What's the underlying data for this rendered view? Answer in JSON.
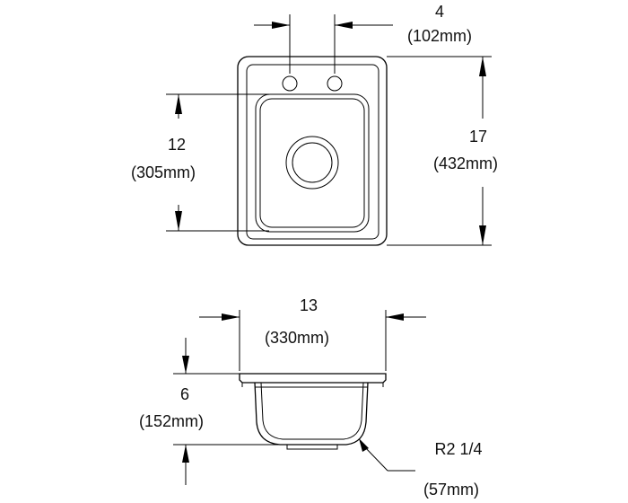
{
  "top_view": {
    "faucet_spacing": {
      "inches": "4",
      "mm": "(102mm)"
    },
    "overall_length": {
      "inches": "17",
      "mm": "(432mm)"
    },
    "bowl_length": {
      "inches": "12",
      "mm": "(305mm)"
    }
  },
  "side_view": {
    "overall_width": {
      "inches": "13",
      "mm": "(330mm)"
    },
    "depth": {
      "inches": "6",
      "mm": "(152mm)"
    },
    "corner_radius": {
      "inches": "R2 1/4",
      "mm": "(57mm)"
    }
  }
}
